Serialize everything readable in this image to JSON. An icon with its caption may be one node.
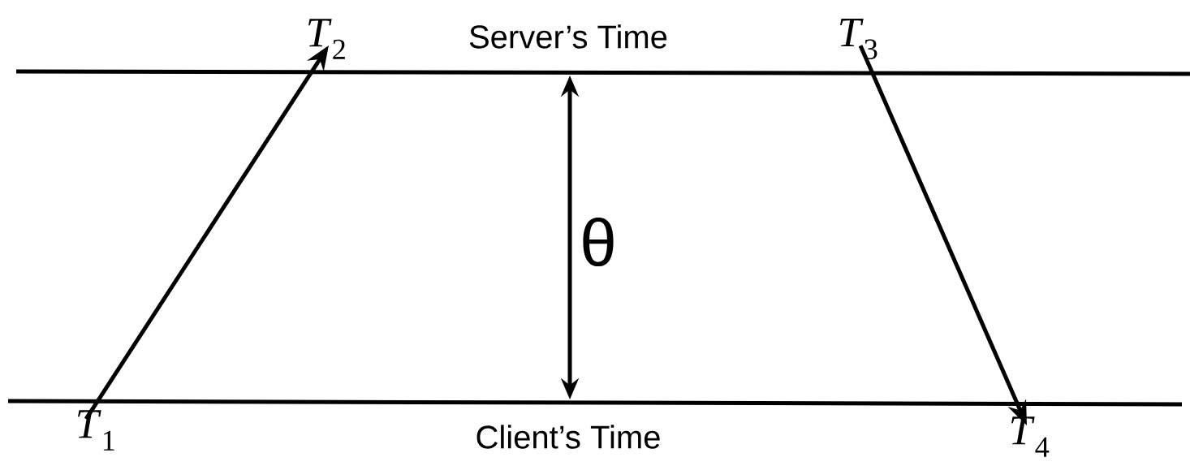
{
  "diagram": {
    "nodes": [
      {
        "text": [
          "*T*$_{1}$"
        ]
      },
      {
        "text": [
          "*T*$_{2}$"
        ]
      },
      {
        "text": [
          "*T*$_{3}$"
        ]
      },
      {
        "text": [
          "*T*$_{4}$"
        ]
      }
    ],
    "edges": [
      {
        "from": 0,
        "to": 1,
        "arrow": "to"
      },
      {
        "from": 2,
        "to": 3,
        "arrow": "to"
      }
    ],
    "labels": [
      "Server’s Time",
      "θ",
      "Client’s Time"
    ]
  }
}
